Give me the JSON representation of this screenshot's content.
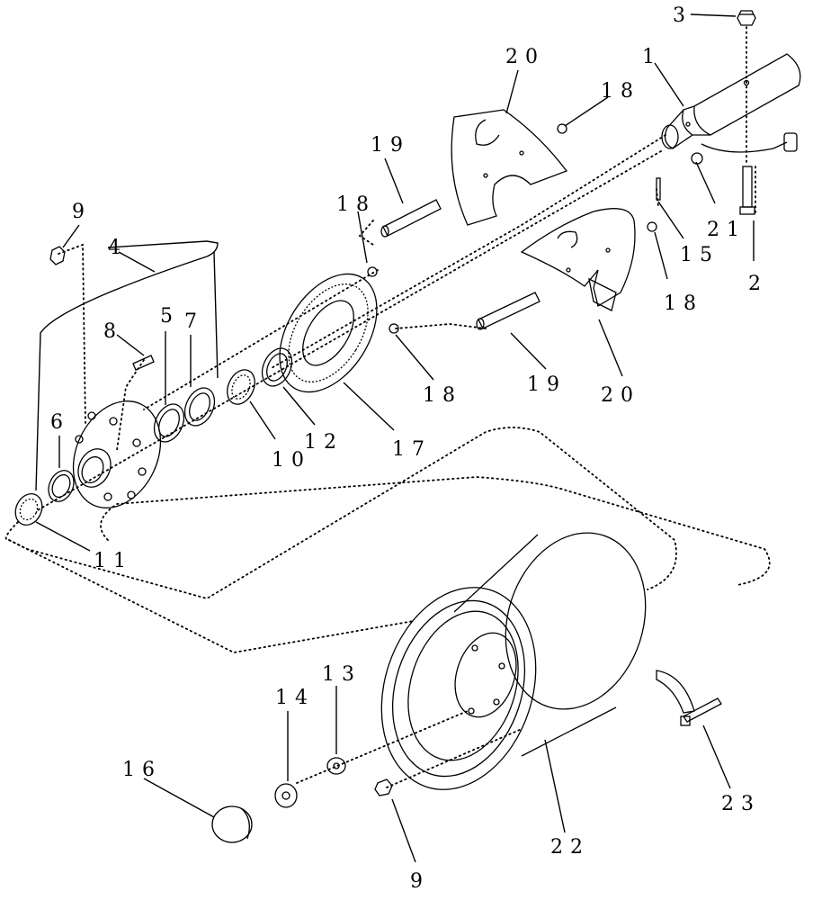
{
  "callouts": {
    "c1": "1",
    "c2": "2",
    "c3": "3",
    "c4": "4",
    "c5": "5",
    "c6": "6",
    "c7": "7",
    "c8": "8",
    "c9a": "9",
    "c9b": "9",
    "c10": "10",
    "c11": "11",
    "c12": "12",
    "c13": "13",
    "c14": "14",
    "c15": "15",
    "c16": "16",
    "c17": "17",
    "c18a": "18",
    "c18b": "18",
    "c18c": "18",
    "c18d": "18",
    "c19a": "19",
    "c19b": "19",
    "c20a": "20",
    "c20b": "20",
    "c21": "21",
    "c22": "22",
    "c23": "23"
  }
}
